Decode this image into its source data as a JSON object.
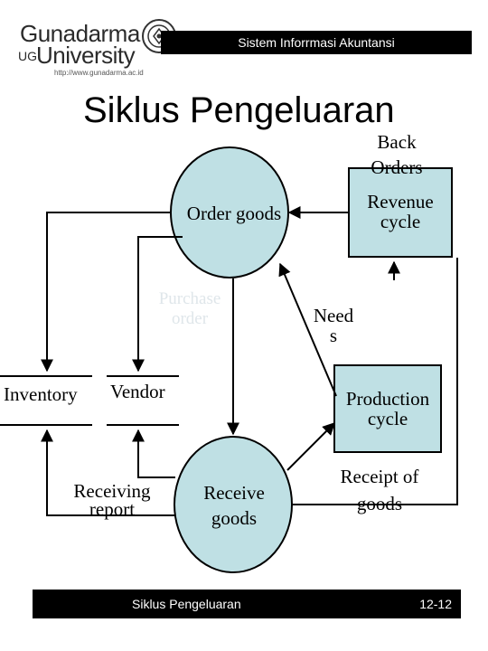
{
  "header": {
    "logo_line1": "Gunadarma",
    "logo_mark": "UG",
    "logo_line2": "University",
    "logo_url": "http://www.gunadarma.ac.id",
    "banner": "Sistem Inforrmasi Akuntansi"
  },
  "slide": {
    "title": "Siklus Pengeluaran"
  },
  "diagram": {
    "order_goods": "Order goods",
    "receive_goods_l1": "Receive",
    "receive_goods_l2": "goods",
    "revenue_cycle_l1": "Revenue",
    "revenue_cycle_l2": "cycle",
    "production_cycle_l1": "Production",
    "production_cycle_l2": "cycle",
    "inventory": "Inventory",
    "vendor": "Vendor",
    "back_orders_l1": "Back",
    "back_orders_l2": "Orders",
    "purchase_order_l1": "Purchase",
    "purchase_order_l2": "order",
    "needs_l1": "Need",
    "needs_l2": "s",
    "receiving_report_l1": "Receiving",
    "receiving_report_l2": "report",
    "receipt_of_goods_l1": "Receipt of",
    "receipt_of_goods_l2": "goods",
    "colors": {
      "shape_fill": "#bfe0e4",
      "line": "#000000"
    }
  },
  "footer": {
    "left": "Siklus Pengeluaran",
    "right": "12-12"
  }
}
